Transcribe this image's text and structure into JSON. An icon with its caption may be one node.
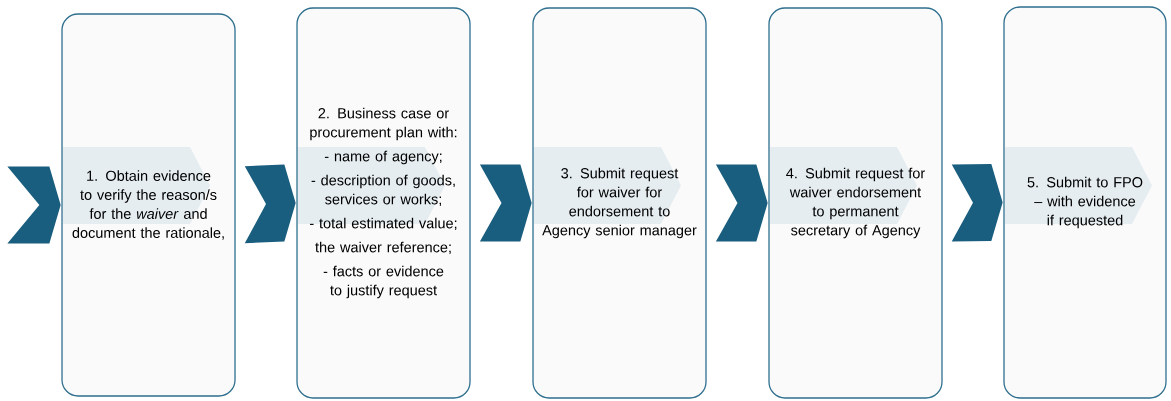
{
  "diagram": {
    "nodes": [
      {
        "text": [
          "1. Obtain evidence to verify the reason/s for the *waiver* and document the rationale,"
        ]
      },
      {
        "text": [
          "2. Business case or procurement plan with:",
          "- name of agency;",
          "- description of goods, services or works;",
          "- total estimated value;",
          "the waiver reference;",
          "- facts or evidence to justify request"
        ]
      },
      {
        "text": [
          "3. Submit request for waiver for endorsement to Agency senior manager"
        ]
      },
      {
        "text": [
          "4. Submit request for waiver endorsement to permanent secretary of Agency"
        ]
      },
      {
        "text": [
          "5. Submit to FPO – with evidence if requested"
        ]
      }
    ],
    "edges": [
      {
        "from": null,
        "to": 0,
        "arrow": "to"
      },
      {
        "from": 0,
        "to": 1,
        "arrow": "to"
      },
      {
        "from": 1,
        "to": 2,
        "arrow": "to"
      },
      {
        "from": 2,
        "to": 3,
        "arrow": "to"
      },
      {
        "from": 3,
        "to": 4,
        "arrow": "to"
      }
    ]
  }
}
